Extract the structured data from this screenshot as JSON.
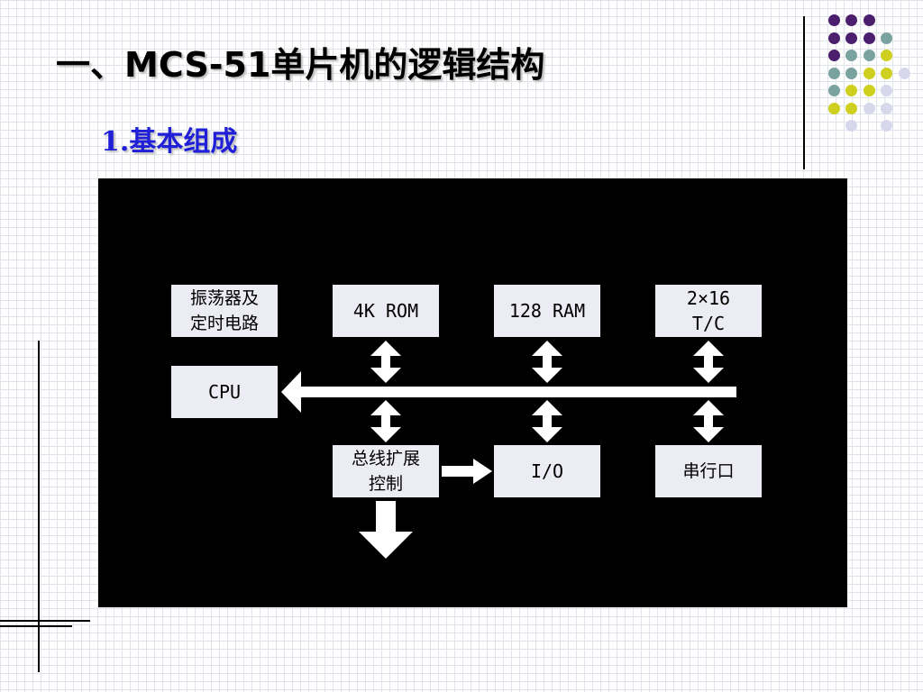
{
  "slide": {
    "title": "一、MCS-51单片机的逻辑结构",
    "subtitle": "1.基本组成"
  },
  "diagram": {
    "blocks": {
      "oscillator": "振荡器及\n定时电路",
      "rom": "4K ROM",
      "ram": "128 RAM",
      "timer": "2×16\nT/C",
      "cpu": "CPU",
      "bus_ext": "总线扩展\n控制",
      "io": "I/O",
      "serial": "串行口"
    }
  },
  "colors": {
    "title": "#000000",
    "subtitle": "#1f1fd8",
    "panel": "#000000",
    "block_fill": "#ececf4",
    "arrow_fill": "#ffffff",
    "dot_purple": "#4b1e6e",
    "dot_teal": "#7aa3a0",
    "dot_yellow": "#cfcf1f",
    "dot_lavender": "#d8d8ec"
  }
}
